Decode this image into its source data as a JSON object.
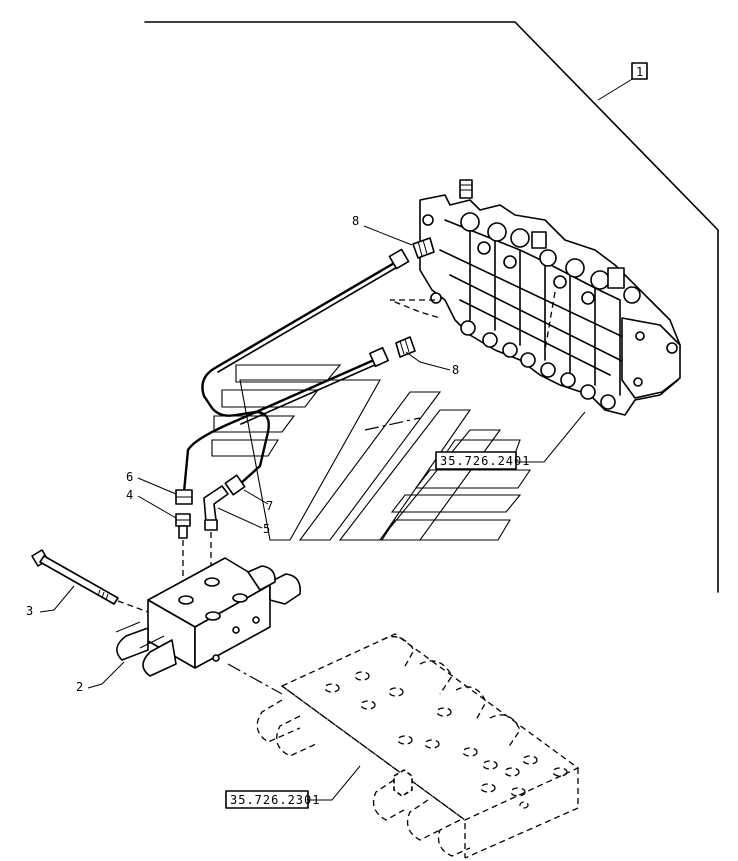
{
  "callouts": {
    "kit": "1",
    "item_2": "2",
    "item_3": "3",
    "item_4": "4",
    "item_5": "5",
    "item_6": "6",
    "item_7": "7",
    "item_8_upper": "8",
    "item_8_lower": "8"
  },
  "references": {
    "control_valve": "35.726.2401",
    "lower_valve": "35.726.2301"
  }
}
